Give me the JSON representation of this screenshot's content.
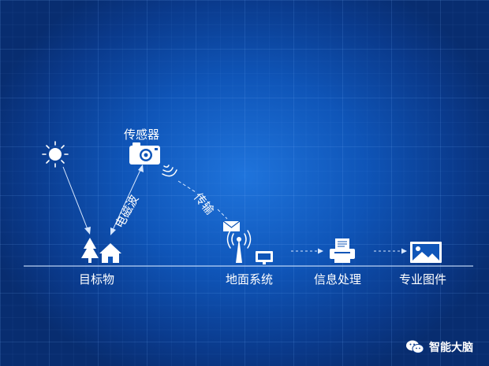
{
  "labels": {
    "target": "目标物",
    "sensor": "传感器",
    "em_wave": "电磁波",
    "transmit": "传输",
    "ground_system": "地面系统",
    "info_processing": "信息处理",
    "special_map": "专业图件"
  },
  "watermark": {
    "text": "智能大脑",
    "icon": "wechat-icon"
  },
  "colors": {
    "background": "#0f55b8",
    "foreground": "#ffffff"
  }
}
